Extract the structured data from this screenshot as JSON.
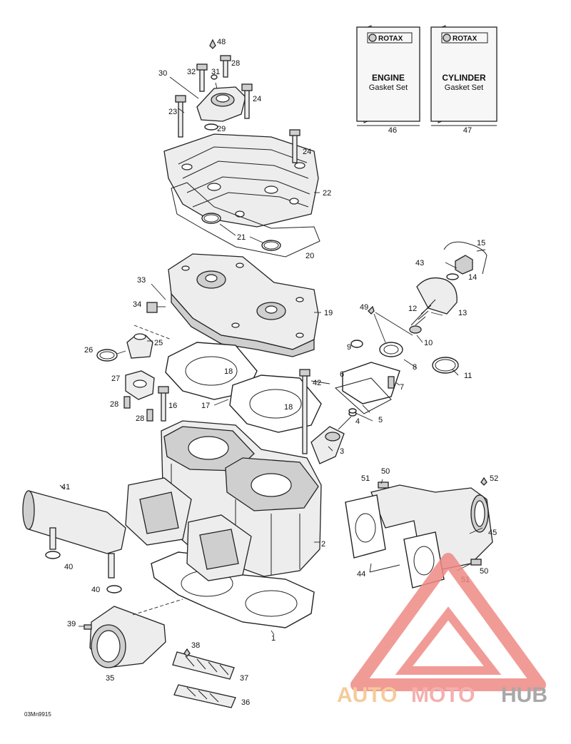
{
  "gasket_sets": [
    {
      "brand": "ROTAX",
      "title": "ENGINE",
      "subtitle": "Gasket Set",
      "number": "46"
    },
    {
      "brand": "ROTAX",
      "title": "CYLINDER",
      "subtitle": "Gasket Set",
      "number": "47"
    }
  ],
  "callouts": {
    "c1": "1",
    "c2": "2",
    "c3": "3",
    "c4": "4",
    "c5": "5",
    "c6": "6",
    "c7": "7",
    "c8": "8",
    "c9": "9",
    "c10": "10",
    "c11": "11",
    "c12": "12",
    "c13": "13",
    "c14": "14",
    "c15": "15",
    "c16": "16",
    "c17": "17",
    "c18a": "18",
    "c18b": "18",
    "c19": "19",
    "c20": "20",
    "c21": "21",
    "c22": "22",
    "c23": "23",
    "c24a": "24",
    "c24b": "24",
    "c25": "25",
    "c26": "26",
    "c27": "27",
    "c28a": "28",
    "c28b": "28",
    "c28c": "28",
    "c29": "29",
    "c30": "30",
    "c31": "31",
    "c32": "32",
    "c33": "33",
    "c34": "34",
    "c35": "35",
    "c36": "36",
    "c37": "37",
    "c38": "38",
    "c39": "39",
    "c40a": "40",
    "c40b": "40",
    "c41": "41",
    "c42": "42",
    "c43": "43",
    "c44": "44",
    "c45": "45",
    "c48": "48",
    "c49": "49",
    "c50a": "50",
    "c50b": "50",
    "c51a": "51",
    "c51b": "51",
    "c52": "52"
  },
  "footer_code": "03Mn9915",
  "watermark": {
    "part1": "AUTO",
    "part2": "MOTO",
    "part3": "HUB",
    "color1": "#f4c28a",
    "color2": "#f2a3a0",
    "color3": "#9a9a9a",
    "logo_color": "#ef8a86"
  }
}
